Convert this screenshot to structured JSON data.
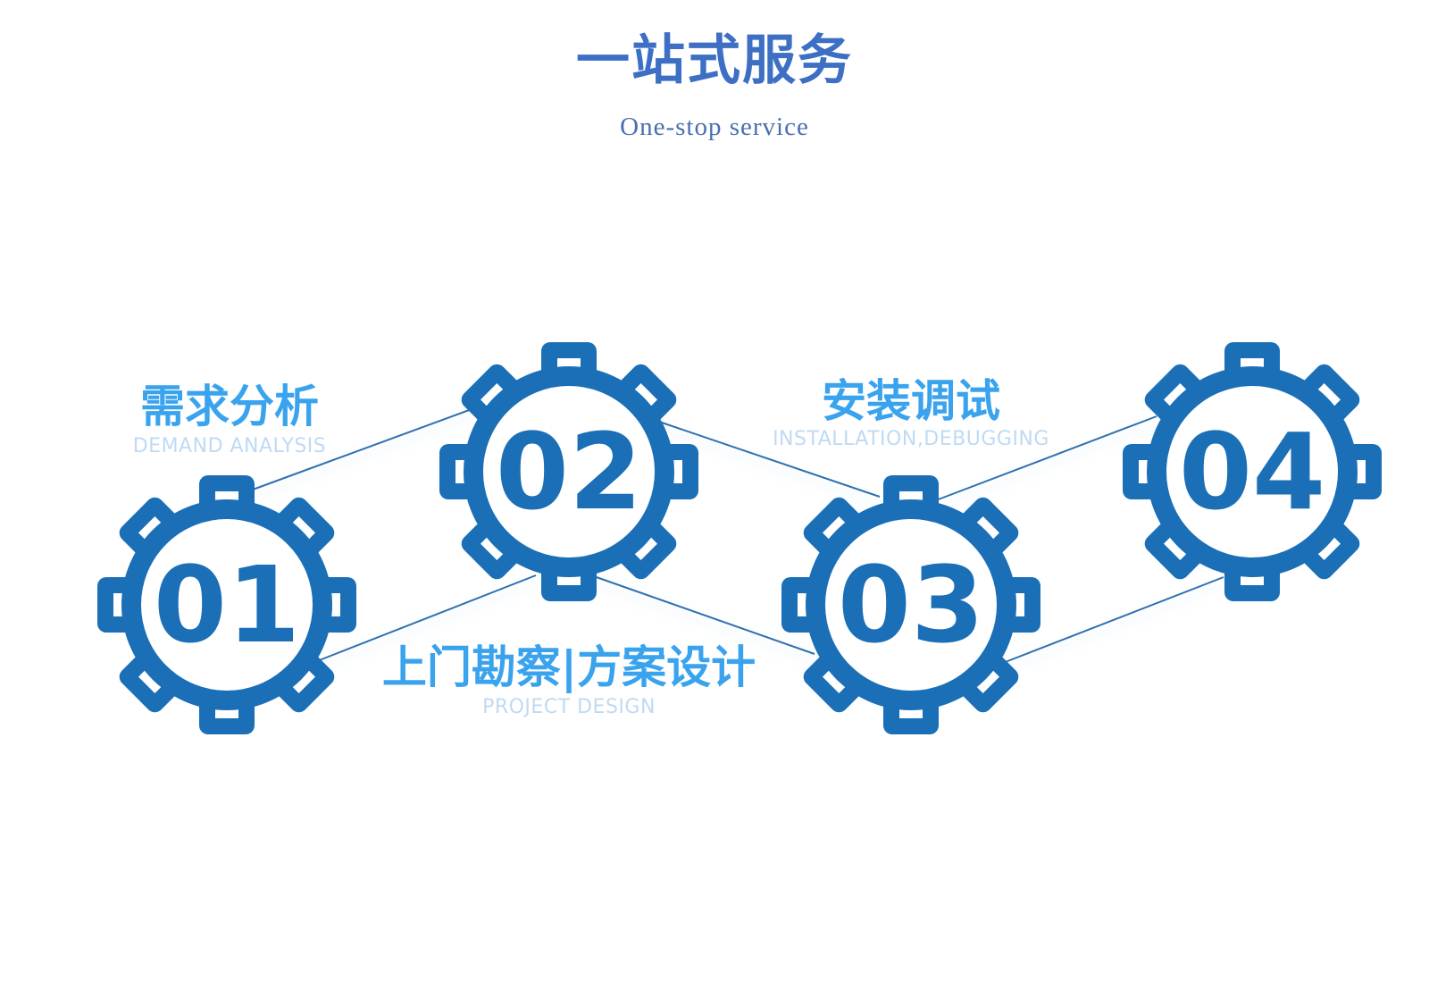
{
  "header": {
    "title": "一站式服务",
    "subtitle": "One-stop service"
  },
  "colors": {
    "gear": "#1b6fb7",
    "connector": "#2f6fb0",
    "step_title": "#3aa3ee",
    "step_subtitle": "#bfdaf3",
    "heading": "#3d6fc4"
  },
  "steps": [
    {
      "number": "01",
      "icon": "gear-icon",
      "title": "需求分析",
      "subtitle": "DEMAND ANALYSIS"
    },
    {
      "number": "02",
      "icon": "gear-icon",
      "title": "上门勘察|方案设计",
      "subtitle": "PROJECT DESIGN"
    },
    {
      "number": "03",
      "icon": "gear-icon",
      "title": "安装调试",
      "subtitle": "INSTALLATION,DEBUGGING"
    },
    {
      "number": "04",
      "icon": "gear-icon",
      "title": "",
      "subtitle": ""
    }
  ]
}
